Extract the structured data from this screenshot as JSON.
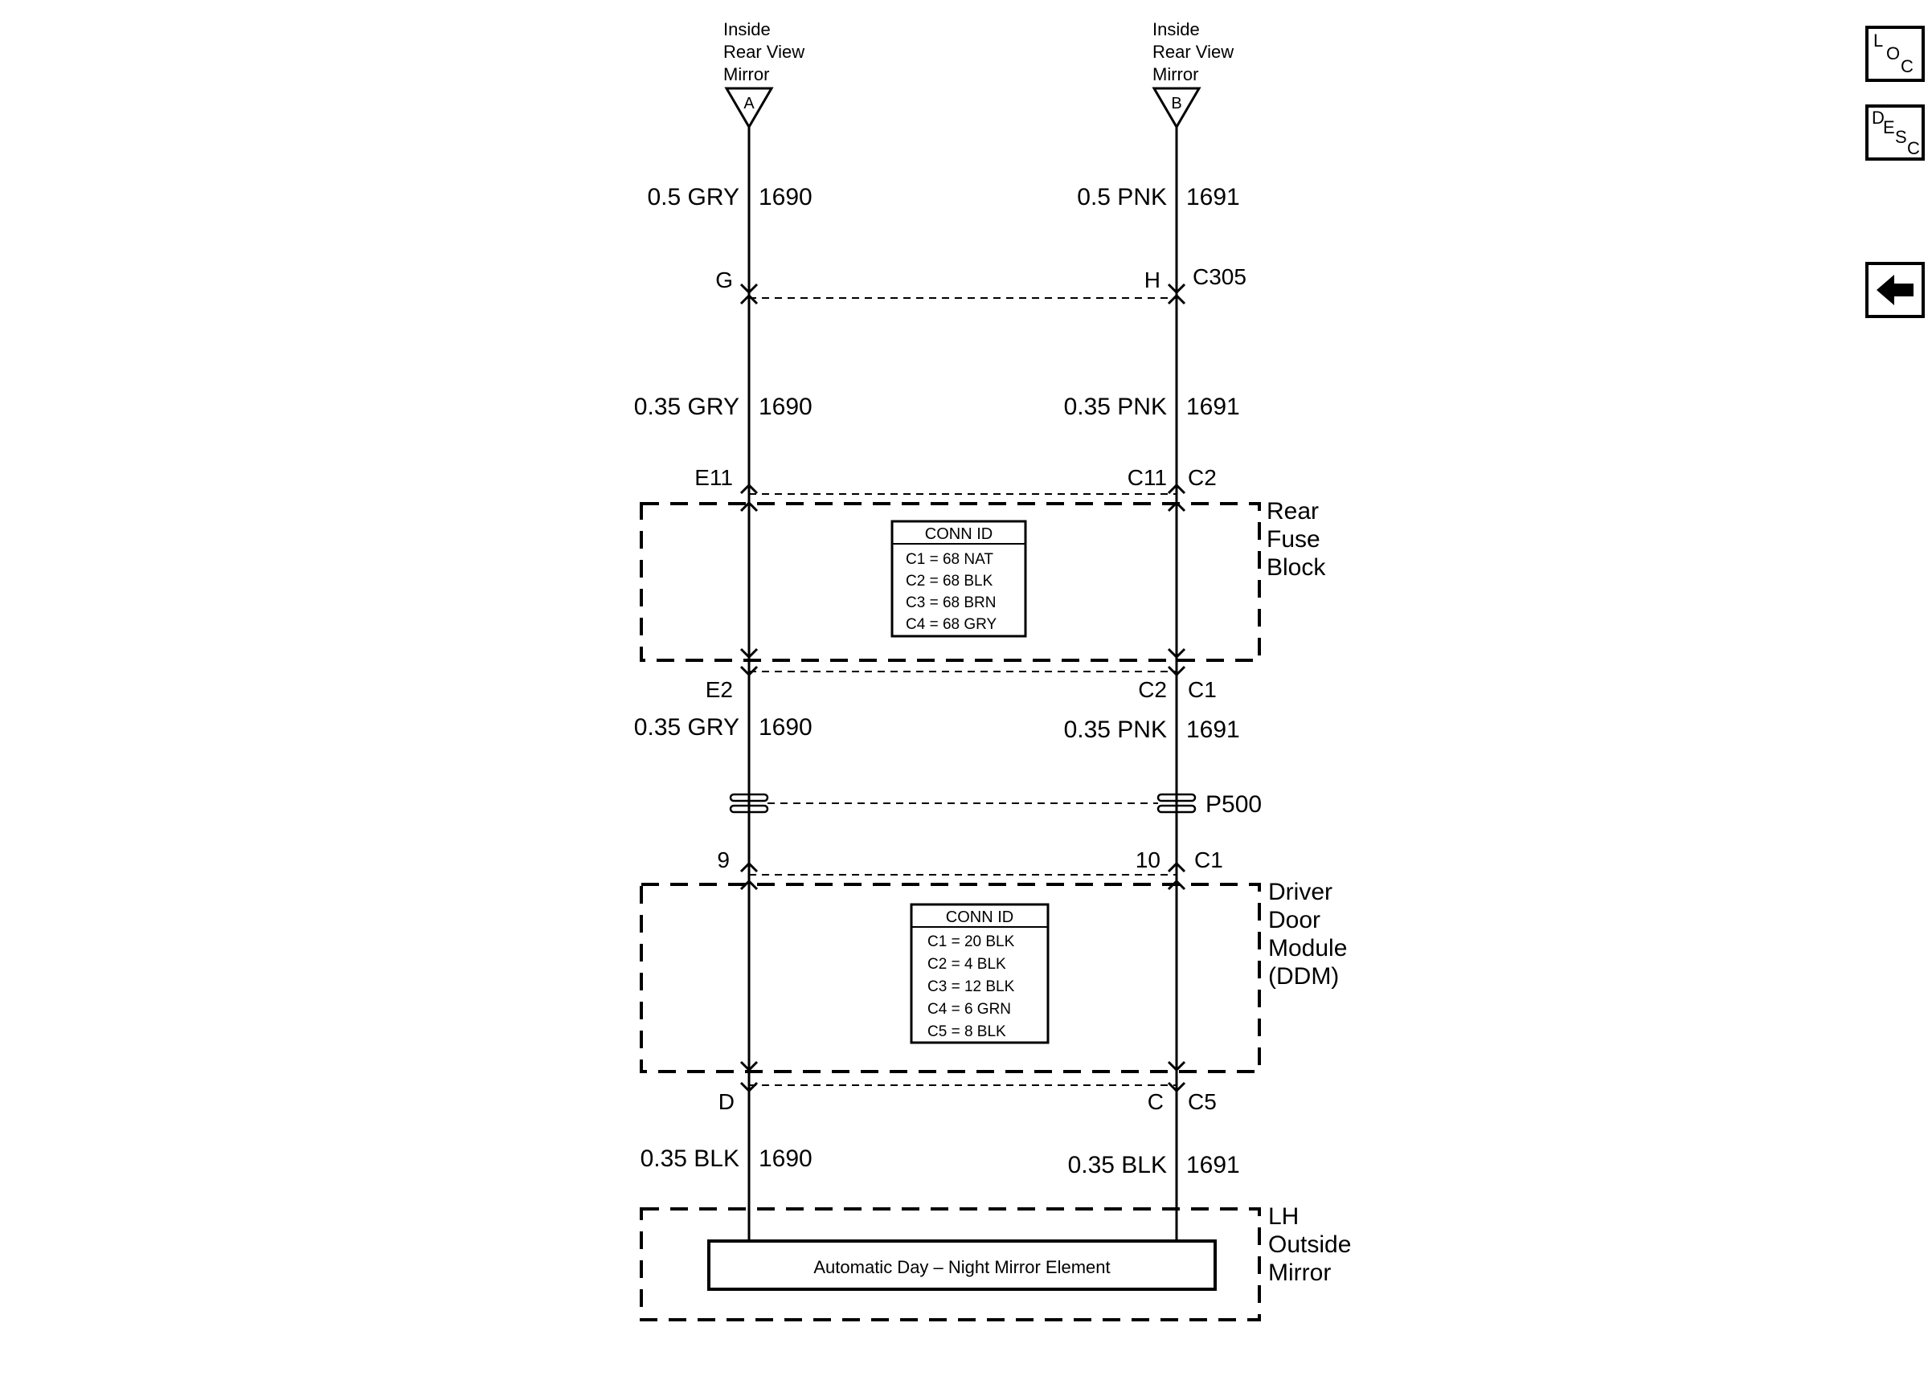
{
  "nav": {
    "loc": {
      "l1": "L",
      "l2": "O",
      "l3": "C"
    },
    "desc": {
      "l1": "D",
      "l2": "E",
      "l3": "S",
      "l4": "C"
    }
  },
  "mirror_a": {
    "line1": "Inside",
    "line2": "Rear View",
    "line3": "Mirror",
    "letter": "A"
  },
  "mirror_b": {
    "line1": "Inside",
    "line2": "Rear View",
    "line3": "Mirror",
    "letter": "B"
  },
  "wires": {
    "a1": {
      "gauge": "0.5 GRY",
      "circuit": "1690"
    },
    "b1": {
      "gauge": "0.5 PNK",
      "circuit": "1691"
    },
    "a2": {
      "gauge": "0.35 GRY",
      "circuit": "1690"
    },
    "b2": {
      "gauge": "0.35 PNK",
      "circuit": "1691"
    },
    "a3": {
      "gauge": "0.35 GRY",
      "circuit": "1690"
    },
    "b3": {
      "gauge": "0.35 PNK",
      "circuit": "1691"
    },
    "a4": {
      "gauge": "0.35 BLK",
      "circuit": "1690"
    },
    "b4": {
      "gauge": "0.35 BLK",
      "circuit": "1691"
    }
  },
  "connectors": {
    "c305": {
      "pin_a": "G",
      "pin_b": "H",
      "name": "C305"
    },
    "rfb_top": {
      "pin_a": "E11",
      "pin_b": "C11",
      "name": "C2"
    },
    "rfb_bottom": {
      "pin_a": "E2",
      "pin_b": "C2",
      "name": "C1"
    },
    "p500": {
      "name": "P500"
    },
    "ddm_top": {
      "pin_a": "9",
      "pin_b": "10",
      "name": "C1"
    },
    "ddm_bottom": {
      "pin_a": "D",
      "pin_b": "C",
      "name": "C5"
    }
  },
  "rear_fuse_block": {
    "label": [
      "Rear",
      "Fuse",
      "Block"
    ],
    "conn_id": {
      "title": "CONN ID",
      "rows": [
        "C1 = 68 NAT",
        "C2 = 68 BLK",
        "C3 = 68 BRN",
        "C4 = 68 GRY"
      ]
    }
  },
  "ddm": {
    "label": [
      "Driver",
      "Door",
      "Module",
      "(DDM)"
    ],
    "conn_id": {
      "title": "CONN ID",
      "rows": [
        "C1 = 20 BLK",
        "C2 = 4 BLK",
        "C3 = 12 BLK",
        "C4 = 6 GRN",
        "C5 = 8 BLK"
      ]
    }
  },
  "outside_mirror": {
    "label": [
      "LH",
      "Outside",
      "Mirror"
    ],
    "element": "Automatic Day – Night Mirror Element"
  }
}
